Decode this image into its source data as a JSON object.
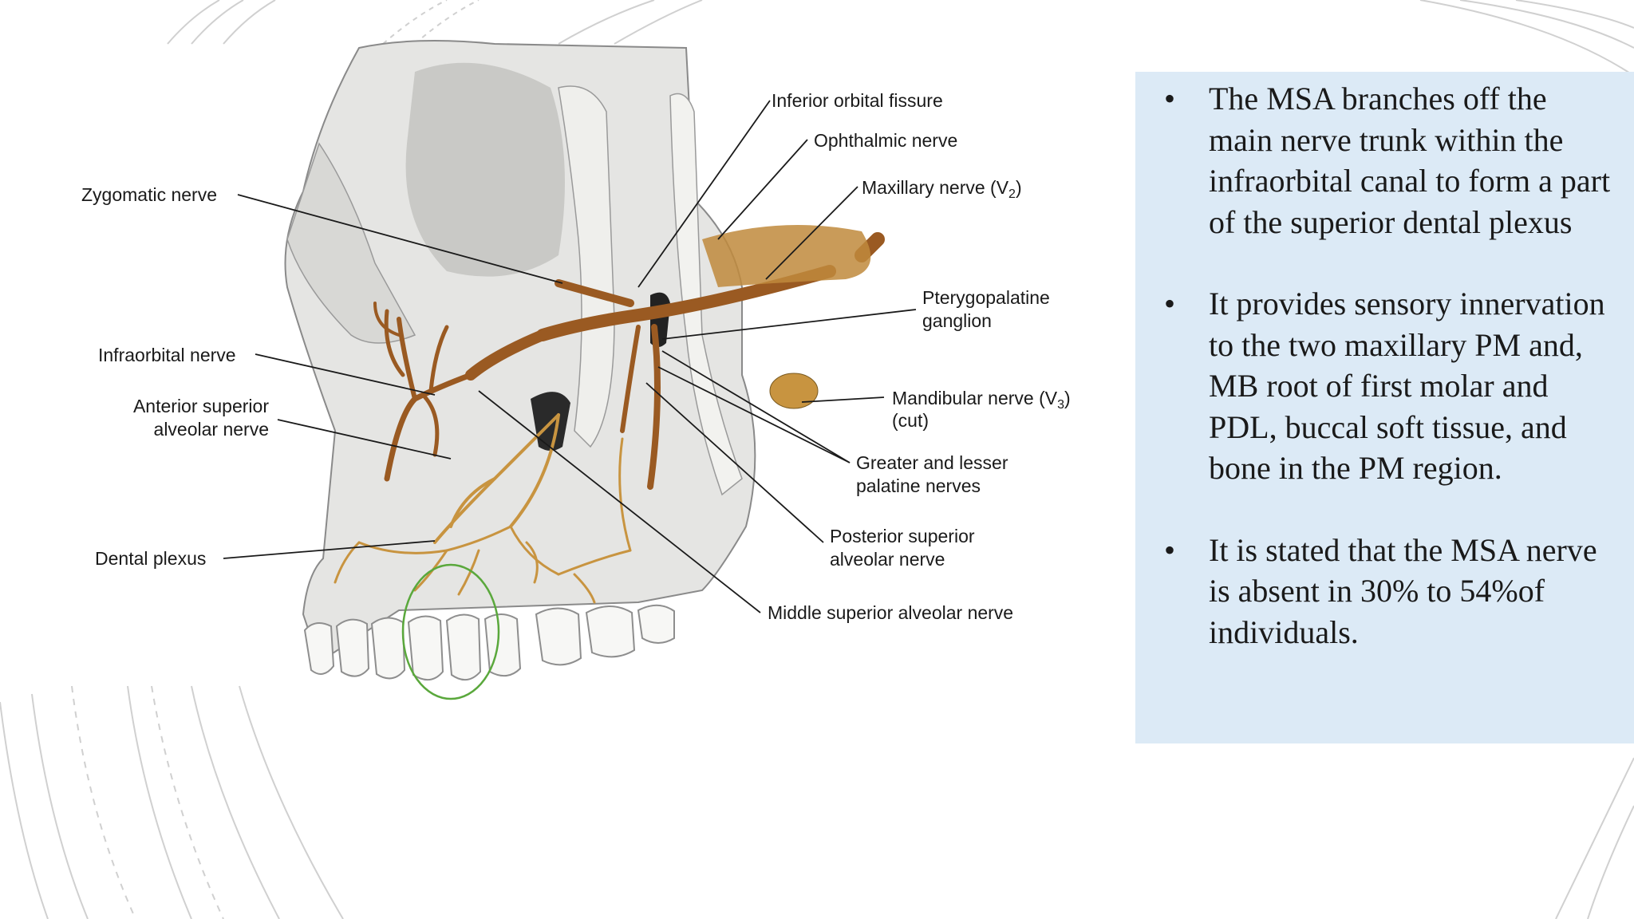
{
  "diagram": {
    "labels": {
      "inferior_orbital_fissure": "Inferior orbital fissure",
      "ophthalmic_nerve": "Ophthalmic nerve",
      "maxillary_nerve": "Maxillary nerve (V",
      "maxillary_sub": "2",
      "zygomatic_nerve": "Zygomatic nerve",
      "pterygopalatine_1": "Pterygopalatine",
      "pterygopalatine_2": "ganglion",
      "infraorbital_nerve": "Infraorbital nerve",
      "mandibular_nerve": "Mandibular nerve (V",
      "mandibular_sub": "3",
      "mandibular_cut": "(cut)",
      "asa_1": "Anterior superior",
      "asa_2": "alveolar nerve",
      "greater_lesser_1": "Greater and lesser",
      "greater_lesser_2": "palatine nerves",
      "psa_1": "Posterior superior",
      "psa_2": "alveolar nerve",
      "dental_plexus": "Dental plexus",
      "msa": "Middle superior alveolar nerve"
    },
    "colors": {
      "nerve_trunk": "#9a5a22",
      "nerve_branch": "#c89440",
      "highlight_circle": "#5aa83c"
    }
  },
  "panel": {
    "bullets": [
      "The MSA branches off the main nerve trunk within the infraorbital canal to form a part of the superior dental plexus",
      "It provides sensory innervation to the two maxillary PM and, MB root of first molar and PDL, buccal soft tissue, and bone in the PM region.",
      "It  is stated that the MSA nerve is absent in 30% to 54%of individuals."
    ],
    "bullet_char": "•",
    "background": "#dceaf6"
  }
}
